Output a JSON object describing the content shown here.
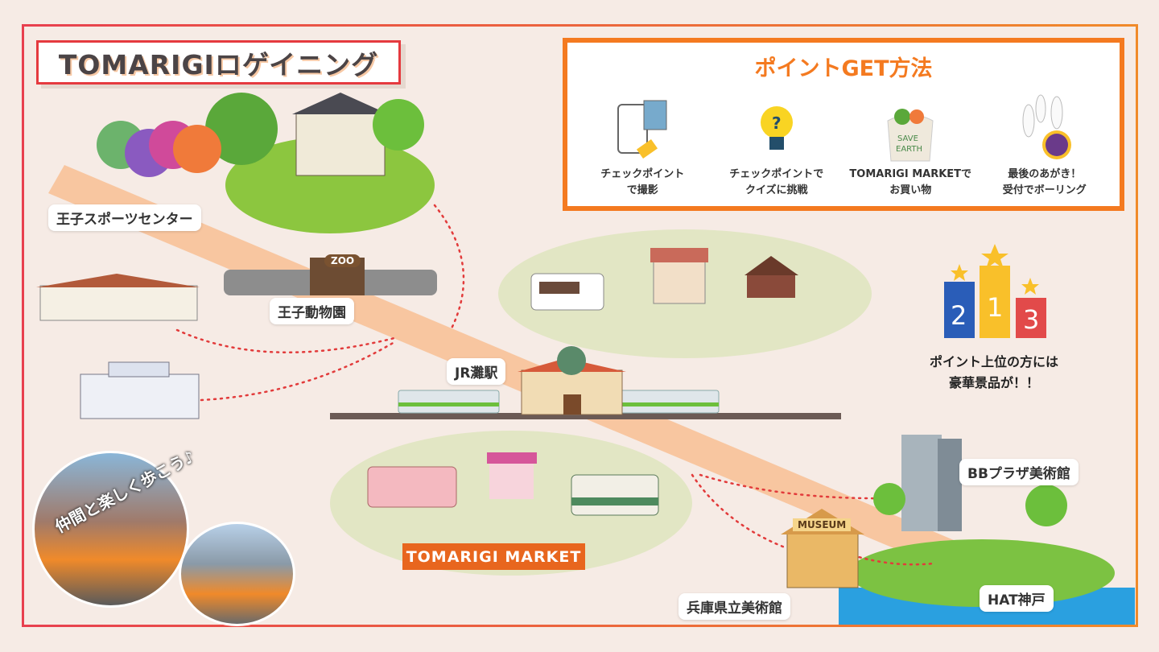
{
  "title": "TOMARIGIロゲイニング",
  "how_to": {
    "heading": "ポイントGET方法",
    "items": [
      {
        "line1": "チェックポイント",
        "line2": "で撮影",
        "icon": "smartphone-photo-icon"
      },
      {
        "line1": "チェックポイントで",
        "line2": "クイズに挑戦",
        "icon": "lightbulb-icon"
      },
      {
        "line1": "TOMARIGI MARKETで",
        "line2": "お買い物",
        "icon": "shopping-bag-icon"
      },
      {
        "line1": "最後のあがき！",
        "line2": "受付でボーリング",
        "icon": "bowling-icon"
      }
    ],
    "bag_text1": "SAVE",
    "bag_text2": "EARTH"
  },
  "locations": {
    "sports": "王子スポーツセンター",
    "zoo": "王子動物園",
    "station": "JR灘駅",
    "bb": "BBプラザ美術館",
    "hat": "HAT神戸",
    "museum": "兵庫県立美術館",
    "museum_sign": "MUSEUM",
    "zoo_sign": "ZOO"
  },
  "market": "TOMARIGI MARKET",
  "podium": {
    "first": "1",
    "second": "2",
    "third": "3"
  },
  "ranking": {
    "line1": "ポイント上位の方には",
    "line2": "豪華景品が！！"
  },
  "photo_caption": "仲間と楽しく歩こう♪",
  "colors": {
    "accent": "#f47a20",
    "title_border": "#e53a3f"
  }
}
